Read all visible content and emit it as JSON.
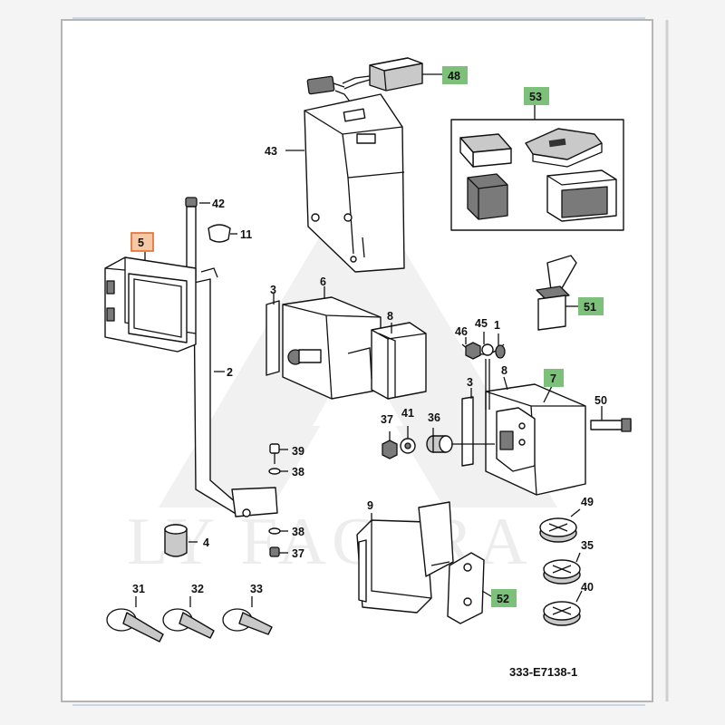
{
  "diagram": {
    "drawing_code": "333-E7138-1",
    "watermark_text": "LY FACTRA",
    "colors": {
      "highlight_green": "#7dc07a",
      "highlight_orange_fill": "#f6c9a6",
      "highlight_orange_border": "#e46a2b",
      "line": "#111111",
      "page_frame": "#b5b5b5",
      "scroll_rail": "#d0d0d0"
    },
    "callouts": {
      "c1": "1",
      "c2": "2",
      "c3a": "3",
      "c3b": "3",
      "c4": "4",
      "c5": "5",
      "c6": "6",
      "c7": "7",
      "c8a": "8",
      "c8b": "8",
      "c9": "9",
      "c11": "11",
      "c31": "31",
      "c32": "32",
      "c33": "33",
      "c35": "35",
      "c36": "36",
      "c37a": "37",
      "c37b": "37",
      "c38a": "38",
      "c38b": "38",
      "c39": "39",
      "c40": "40",
      "c41": "41",
      "c42": "42",
      "c43": "43",
      "c45": "45",
      "c46": "46",
      "c48": "48",
      "c49": "49",
      "c50": "50",
      "c51": "51",
      "c52": "52",
      "c53": "53"
    }
  }
}
